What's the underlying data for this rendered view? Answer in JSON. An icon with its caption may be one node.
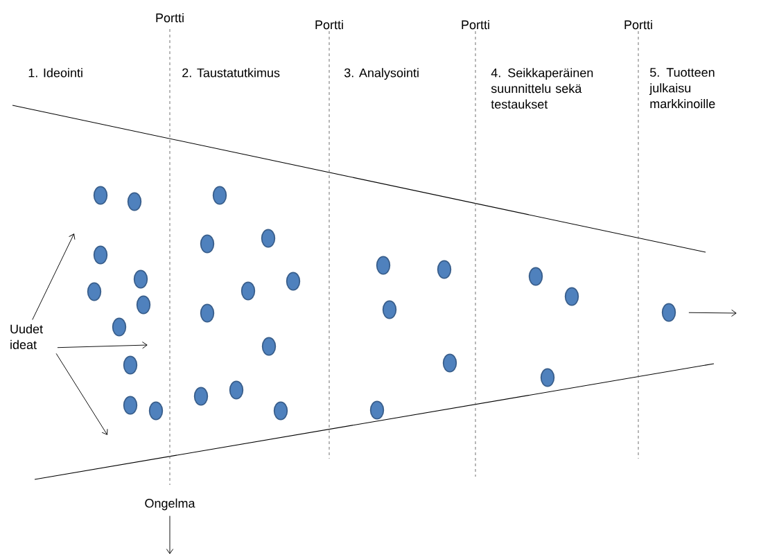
{
  "diagram": {
    "nodes": [
      {
        "text": [
          "Uudet ideat"
        ]
      },
      {
        "text": [],
        "shape": "circle"
      },
      {
        "text": [],
        "shape": "circle"
      },
      {
        "text": [],
        "shape": "circle"
      },
      {
        "text": [],
        "shape": "circle"
      },
      {
        "text": [],
        "shape": "circle"
      },
      {
        "text": [],
        "shape": "circle"
      },
      {
        "text": [],
        "shape": "circle"
      },
      {
        "text": [],
        "shape": "circle"
      },
      {
        "text": [],
        "shape": "circle"
      },
      {
        "text": [],
        "shape": "circle"
      },
      {
        "text": [],
        "shape": "circle"
      },
      {
        "text": [],
        "shape": "circle"
      },
      {
        "text": [],
        "shape": "circle"
      },
      {
        "text": [],
        "shape": "circle"
      },
      {
        "text": [],
        "shape": "circle"
      },
      {
        "text": [],
        "shape": "circle"
      },
      {
        "text": [],
        "shape": "circle"
      },
      {
        "text": [],
        "shape": "circle"
      },
      {
        "text": [],
        "shape": "circle"
      },
      {
        "text": [],
        "shape": "circle"
      },
      {
        "text": [],
        "shape": "circle"
      },
      {
        "text": [],
        "shape": "circle"
      },
      {
        "text": [],
        "shape": "circle"
      },
      {
        "text": [],
        "shape": "circle"
      },
      {
        "text": [],
        "shape": "circle"
      },
      {
        "text": [],
        "shape": "circle"
      },
      {
        "text": [],
        "shape": "circle"
      },
      {
        "text": [],
        "shape": "circle"
      },
      {
        "text": [],
        "shape": "circle"
      },
      {
        "text": [
          "Ongelma"
        ]
      }
    ],
    "edges": [
      {
        "from": 0,
        "to": null,
        "arrow": "to"
      },
      {
        "from": 0,
        "to": null,
        "arrow": "to"
      },
      {
        "from": 0,
        "to": null,
        "arrow": "to"
      },
      {
        "from": 29,
        "to": null,
        "arrow": "to"
      },
      {
        "from": 30,
        "to": null,
        "arrow": "to"
      }
    ],
    "labels": [
      "Portti",
      "Portti",
      "Portti",
      "Portti",
      "1. Ideointi",
      "2. Taustatutkimus",
      "3. Analysointi",
      "4. Seikkaperäinen suunnittelu sekä testaukset",
      "5. Tuotteen julkaisu markkinoille"
    ]
  }
}
